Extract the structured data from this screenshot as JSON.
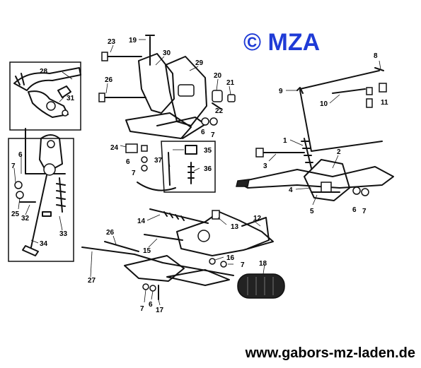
{
  "watermark": {
    "copyright": "© MZA",
    "copyright_color": "#1f3bd6",
    "website": "www.gabors-mz-laden.de",
    "website_color": "#000000"
  },
  "callouts": {
    "n1": "1",
    "n2": "2",
    "n3": "3",
    "n4": "4",
    "n5": "5",
    "n6": "6",
    "n7": "7",
    "n8": "8",
    "n9": "9",
    "n10": "10",
    "n11": "11",
    "n12": "12",
    "n13": "13",
    "n14": "14",
    "n15": "15",
    "n16": "16",
    "n17": "17",
    "n18": "18",
    "n19": "19",
    "n20": "20",
    "n21": "21",
    "n22": "22",
    "n23": "23",
    "n24": "24",
    "n25": "25",
    "n26": "26",
    "n27": "27",
    "n28": "28",
    "n29": "29",
    "n30": "30",
    "n31": "31",
    "n32": "32",
    "n33": "33",
    "n34": "34",
    "n35": "35",
    "n36": "36",
    "n37": "37"
  }
}
